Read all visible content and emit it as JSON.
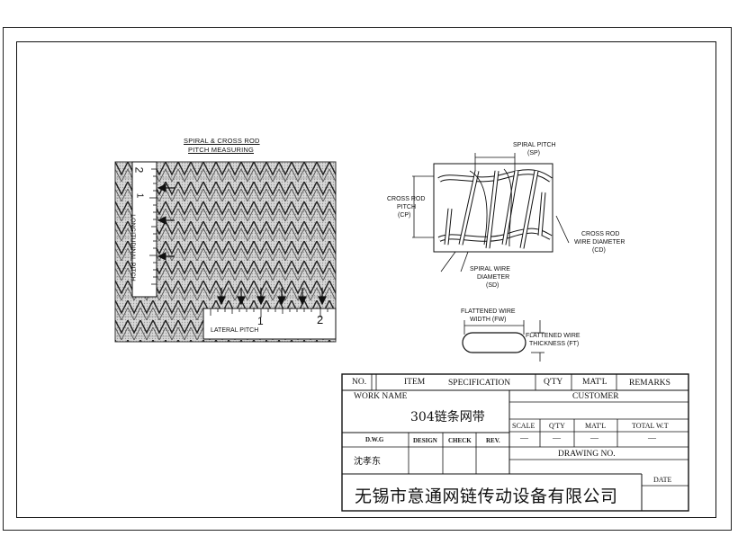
{
  "diagram": {
    "title_line1": "SPIRAL & CROSS ROD",
    "title_line2": "PITCH MEASURING",
    "ruler_vertical_label": "LONGITUDINAL PITCH",
    "ruler_vertical_tick_1": "1",
    "ruler_vertical_tick_2": "2",
    "ruler_horizontal_label": "LATERAL PITCH",
    "ruler_horizontal_tick_1": "1",
    "ruler_horizontal_tick_2": "2"
  },
  "spiral_diagram": {
    "spiral_pitch": "SPIRAL PITCH",
    "spiral_pitch_abbr": "(SP)",
    "cross_rod_pitch_1": "CROSS ROD",
    "cross_rod_pitch_2": "PITCH",
    "cross_rod_pitch_abbr": "(CP)",
    "cross_rod_diameter_1": "CROSS ROD",
    "cross_rod_diameter_2": "WIRE DIAMETER",
    "cross_rod_diameter_abbr": "(CD)",
    "spiral_wire_diameter_1": "SPIRAL WIRE",
    "spiral_wire_diameter_2": "DIAMETER",
    "spiral_wire_diameter_abbr": "(SD)"
  },
  "flat_wire": {
    "width_1": "FLATTENED WIRE",
    "width_2": "WIDTH (FW)",
    "thickness_1": "FLATTENED WIRE",
    "thickness_2": "THICKNESS (FT)"
  },
  "title_block": {
    "no": "NO.",
    "item": "ITEM",
    "specification": "SPECIFICATION",
    "qty": "Q'TY",
    "matl": "MAT'L",
    "remarks": "REMARKS",
    "work_name": "WORK NAME",
    "customer": "CUSTOMER",
    "product_name": "304链条网带",
    "scale": "SCALE",
    "qty2": "Q'TY",
    "matl2": "MAT'L",
    "total_wt": "TOTAL W.T",
    "dash1": "—",
    "dash2": "—",
    "dash3": "—",
    "dash4": "—",
    "dwg": "D.W.G",
    "design": "DESIGN",
    "check": "CHECK",
    "rev": "REV.",
    "drawing_no": "DRAWING NO.",
    "drawer": "沈孝东",
    "company": "无锡市意通网链传动设备有限公司",
    "date": "DATE"
  }
}
